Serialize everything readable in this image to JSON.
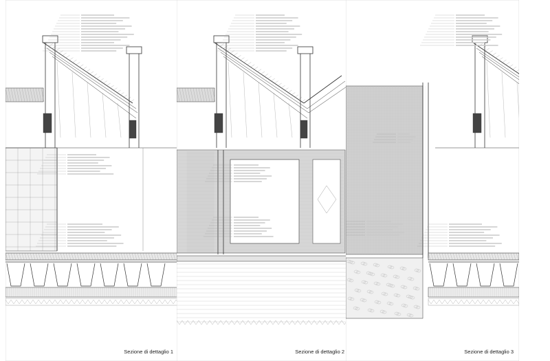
{
  "sheets": [
    {
      "id": "s1",
      "caption": "Sezione di dettaglio 1"
    },
    {
      "id": "s2",
      "caption": "Sezione di dettaglio 2"
    },
    {
      "id": "s3",
      "caption": "Sezione di dettaglio 3"
    }
  ],
  "colors": {
    "line": "#333333",
    "thin": "#888888",
    "hatch": "#b5b5b5",
    "panel": "#d6d6d6",
    "text": "#777777"
  }
}
